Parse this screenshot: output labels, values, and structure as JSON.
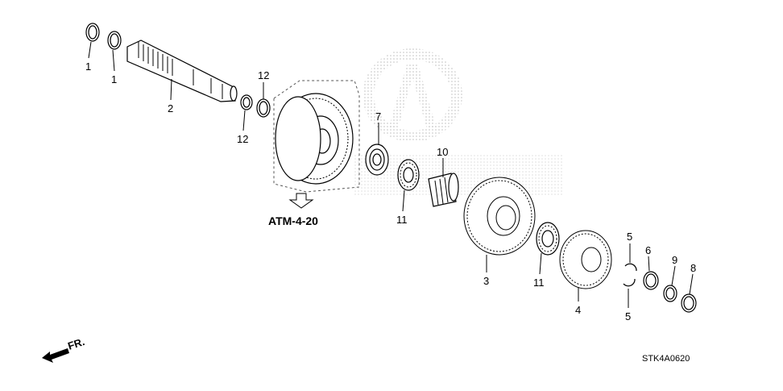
{
  "diagram": {
    "callouts": {
      "c1a": "1",
      "c1b": "1",
      "c2": "2",
      "c12a": "12",
      "c12b": "12",
      "c7": "7",
      "c10": "10",
      "c11a": "11",
      "c11b": "11",
      "c3": "3",
      "c4": "4",
      "c5a": "5",
      "c5b": "5",
      "c6": "6",
      "c9": "9",
      "c8": "8"
    },
    "reference": "ATM-4-20",
    "front_label": "FR.",
    "diagram_code": "STK4A0620"
  }
}
